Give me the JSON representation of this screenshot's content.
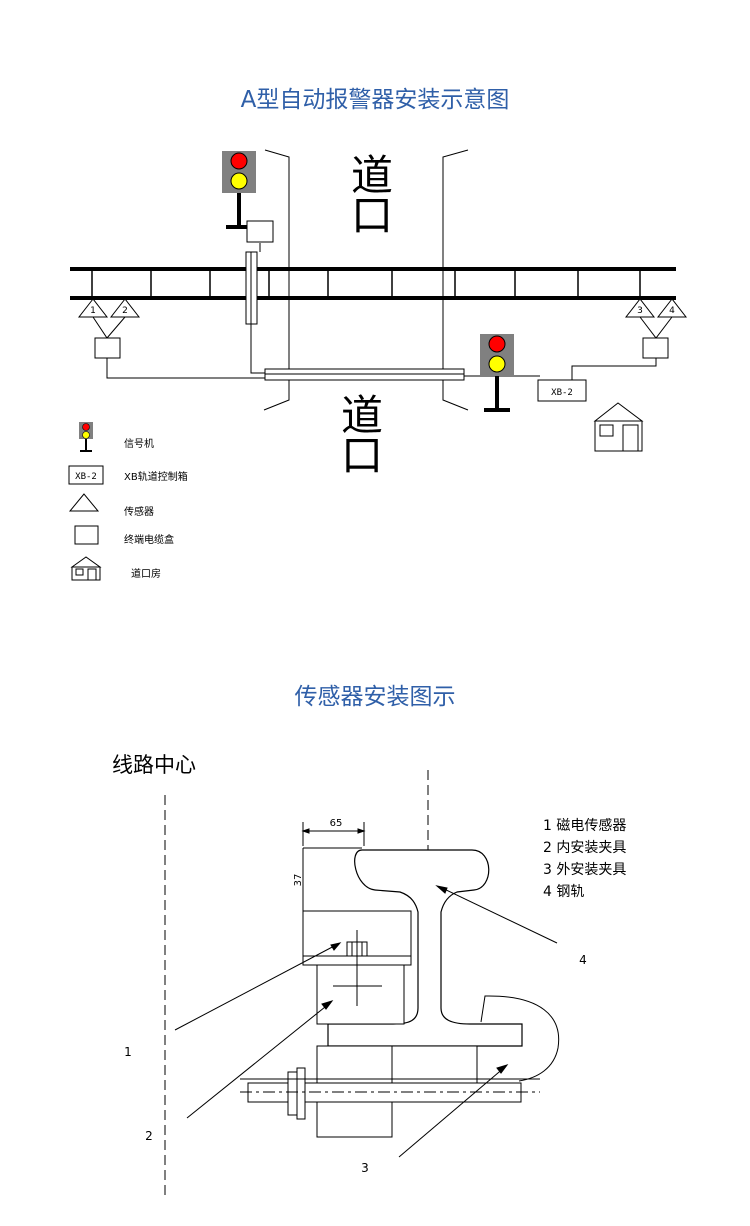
{
  "top": {
    "title": "A型自动报警器安装示意图",
    "crossing_upper": [
      "道",
      "口"
    ],
    "crossing_lower": [
      "道",
      "口"
    ],
    "sensor_numbers": [
      "1",
      "2",
      "3",
      "4"
    ],
    "control_box_label": "XB-2",
    "legend": [
      {
        "icon": "signal-light-icon",
        "label": "信号机"
      },
      {
        "icon": "control-box-icon",
        "box": "XB-2",
        "label": "XB轨道控制箱"
      },
      {
        "icon": "triangle-sensor-icon",
        "label": "传感器"
      },
      {
        "icon": "junction-box-icon",
        "label": "终端电缆盒"
      },
      {
        "icon": "house-icon",
        "label": "道口房"
      }
    ],
    "colors": {
      "signal_red": "#ff0000",
      "signal_yellow": "#ffff00",
      "signal_housing": "#808080"
    }
  },
  "bottom": {
    "title": "传感器安装图示",
    "center_line_label": "线路中心",
    "dim_width": "65",
    "dim_height": "37",
    "parts": [
      "1 磁电传感器",
      "2 内安装夹具",
      "3 外安装夹具",
      "4 钢轨"
    ],
    "callouts": [
      "1",
      "2",
      "3",
      "4"
    ]
  },
  "colors": {
    "title": "#2f5fa8",
    "line": "#000000"
  }
}
